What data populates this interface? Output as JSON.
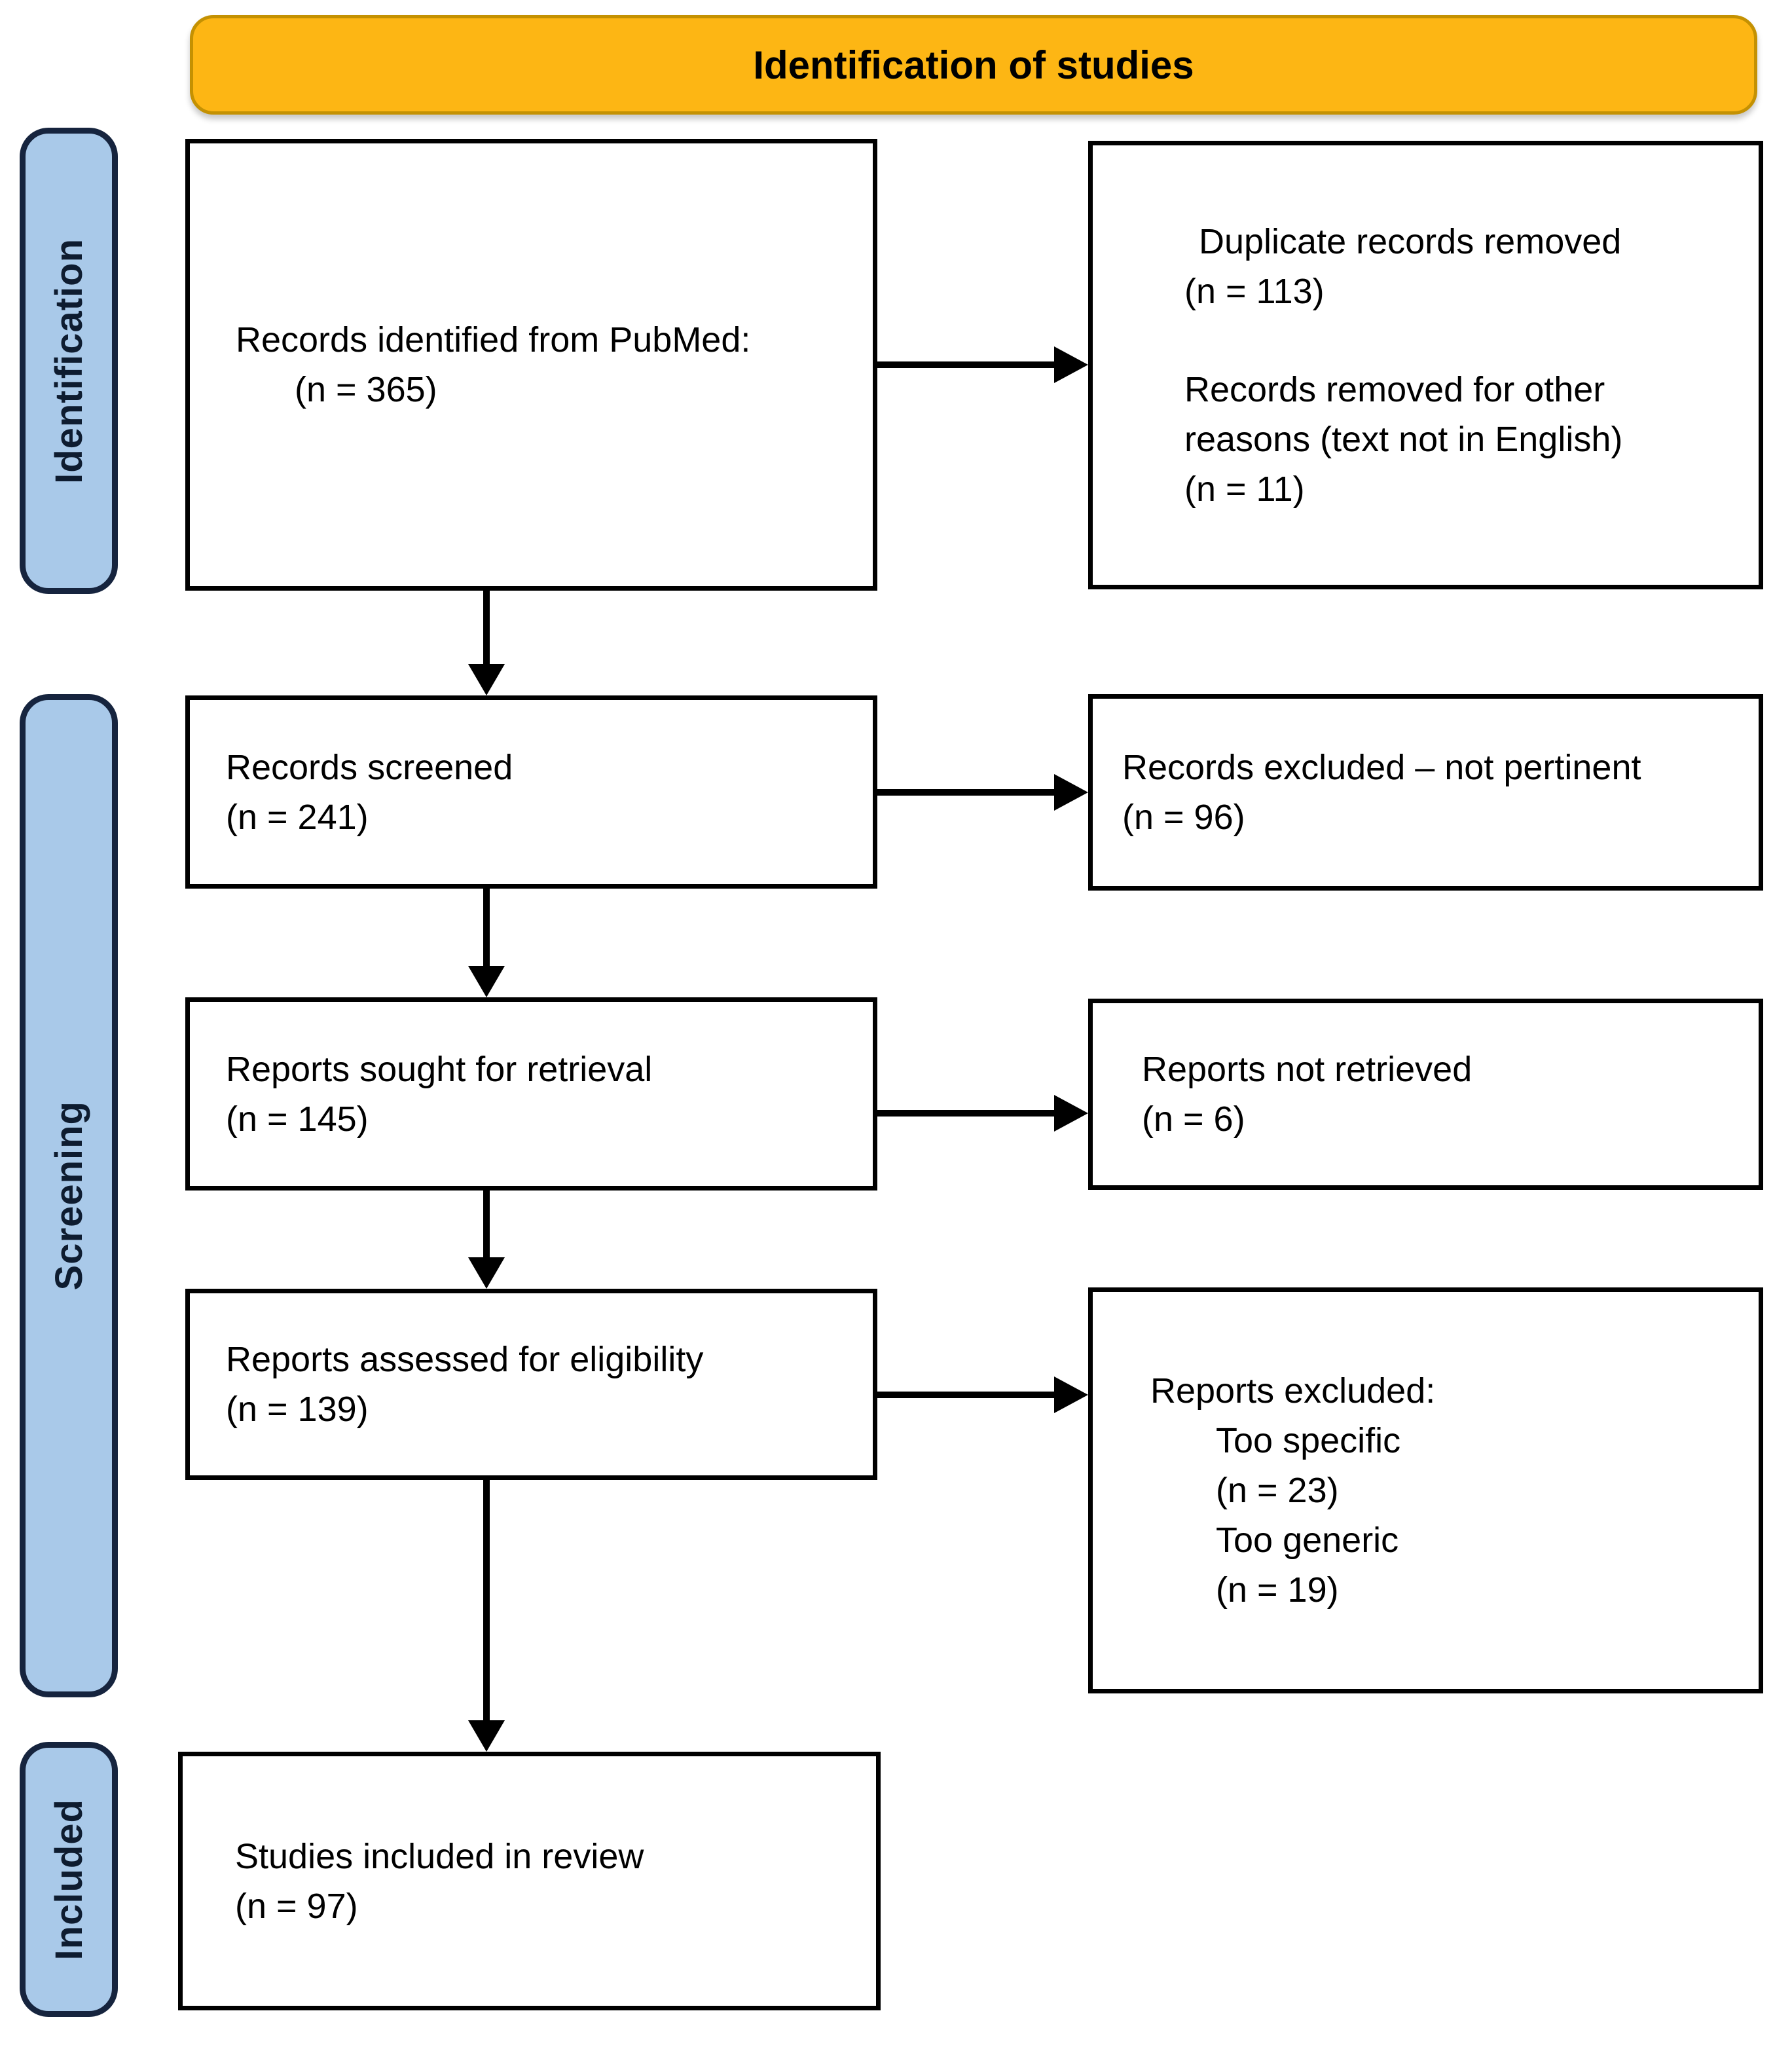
{
  "header": {
    "title": "Identification of studies"
  },
  "stages": {
    "identification": "Identification",
    "screening": "Screening",
    "included": "Included"
  },
  "boxes": {
    "records_identified": {
      "lines": [
        "Records identified from PubMed:",
        "(n = 365)"
      ]
    },
    "duplicates_removed": {
      "lines": [
        "Duplicate records removed",
        "(n = 113)",
        "Records removed for other",
        "reasons (text not in English)",
        "(n = 11)"
      ]
    },
    "records_screened": {
      "lines": [
        "Records screened",
        "(n = 241)"
      ]
    },
    "records_excluded": {
      "lines": [
        "Records excluded – not pertinent",
        "(n = 96)"
      ]
    },
    "reports_sought": {
      "lines": [
        "Reports sought for retrieval",
        "(n = 145)"
      ]
    },
    "reports_not_retrieved": {
      "lines": [
        "Reports not retrieved",
        "(n = 6)"
      ]
    },
    "reports_assessed": {
      "lines": [
        "Reports assessed for eligibility",
        "(n = 139)"
      ]
    },
    "reports_excluded": {
      "lines": [
        "Reports excluded:",
        "Too specific",
        "(n = 23)",
        "Too generic",
        "(n = 19)"
      ]
    },
    "studies_included": {
      "lines": [
        "Studies included in review",
        "(n = 97)"
      ]
    }
  },
  "colors": {
    "header_fill": "#FDB614",
    "header_border": "#C49102",
    "sidebar_fill": "#A9C9E9",
    "sidebar_border": "#16243E",
    "sidebar_text": "#0E1C30",
    "box_border": "#000000",
    "arrow_color": "#000000"
  }
}
